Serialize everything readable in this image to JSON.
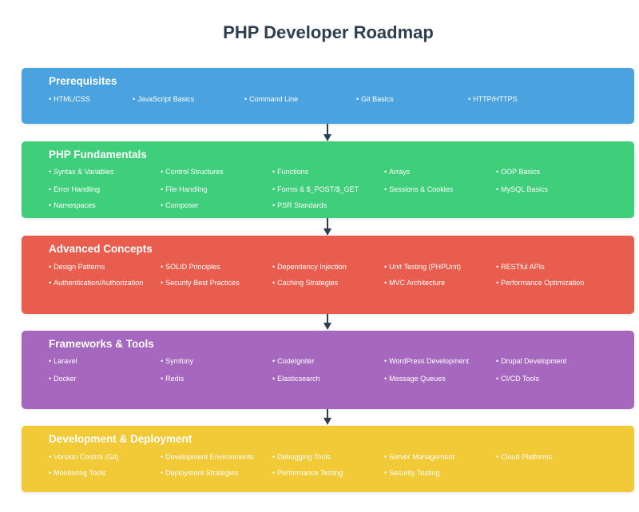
{
  "title": "PHP Developer Roadmap",
  "stages": [
    {
      "title": "Prerequisites",
      "color": "#4aa3df",
      "text_color": "#ffffff",
      "items": [
        "HTML/CSS",
        "JavaScript Basics",
        "Command Line",
        "Git Basics",
        "HTTP/HTTPS"
      ]
    },
    {
      "title": "PHP Fundamentals",
      "color": "#3fcf7a",
      "text_color": "#ffffff",
      "items": [
        "Syntax & Variables",
        "Control Structures",
        "Functions",
        "Arrays",
        "OOP Basics",
        "Error Handling",
        "File Handling",
        "Forms & $_POST/$_GET",
        "Sessions & Cookies",
        "MySQL Basics",
        "Namespaces",
        "Composer",
        "PSR Standards"
      ]
    },
    {
      "title": "Advanced Concepts",
      "color": "#e95d4f",
      "text_color": "#ffffff",
      "items": [
        "Design Patterns",
        "SOLID Principles",
        "Dependency Injection",
        "Unit Testing (PHPUnit)",
        "RESTful APIs",
        "Authentication/Authorization",
        "Security Best Practices",
        "Caching Strategies",
        "MVC Architecture",
        "Performance Optimization"
      ]
    },
    {
      "title": "Frameworks & Tools",
      "color": "#a668bf",
      "text_color": "#ffffff",
      "items": [
        "Laravel",
        "Symfony",
        "CodeIgniter",
        "WordPress Development",
        "Drupal Development",
        "Docker",
        "Redis",
        "Elasticsearch",
        "Message Queues",
        "CI/CD Tools"
      ]
    },
    {
      "title": "Development & Deployment",
      "color": "#f2c936",
      "text_color": "#ffffff",
      "items": [
        "Version Control (Git)",
        "Development Environments",
        "Debugging Tools",
        "Server Management",
        "Cloud Platforms",
        "Monitoring Tools",
        "Deployment Strategies",
        "Performance Testing",
        "Security Testing"
      ]
    }
  ]
}
